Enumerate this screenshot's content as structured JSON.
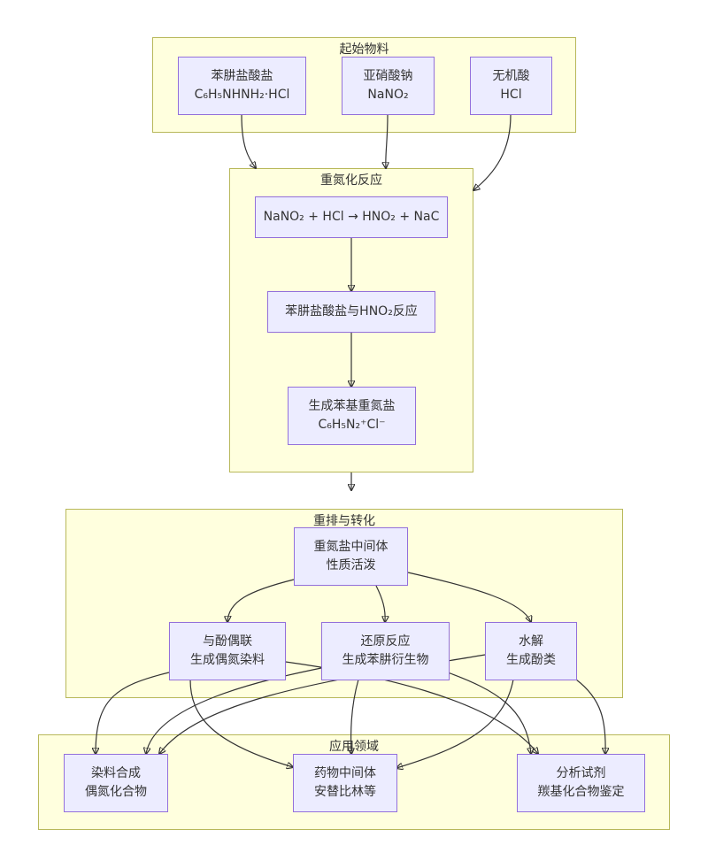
{
  "clusters": {
    "start": {
      "title": "起始物料"
    },
    "diazo": {
      "title": "重氮化反应"
    },
    "rearr": {
      "title": "重排与转化"
    },
    "app": {
      "title": "应用领域"
    }
  },
  "nodes": {
    "phenylhydrazine": {
      "line1": "苯肼盐酸盐",
      "line2": "C₆H₅NHNH₂·HCl"
    },
    "nano2": {
      "line1": "亚硝酸钠",
      "line2": "NaNO₂"
    },
    "hcl": {
      "line1": "无机酸",
      "line2": "HCl"
    },
    "eq": {
      "line1": "NaNO₂ + HCl → HNO₂ + NaC"
    },
    "react": {
      "line1": "苯肼盐酸盐与HNO₂反应"
    },
    "diazonium": {
      "line1": "生成苯基重氮盐",
      "line2": "C₆H₅N₂⁺Cl⁻"
    },
    "intermediate": {
      "line1": "重氮盐中间体",
      "line2": "性质活泼"
    },
    "coupling": {
      "line1": "与酚偶联",
      "line2": "生成偶氮染料"
    },
    "reduction": {
      "line1": "还原反应",
      "line2": "生成苯肼衍生物"
    },
    "hydrolysis": {
      "line1": "水解",
      "line2": "生成酚类"
    },
    "dye": {
      "line1": "染料合成",
      "line2": "偶氮化合物"
    },
    "drug": {
      "line1": "药物中间体",
      "line2": "安替比林等"
    },
    "reagent": {
      "line1": "分析试剂",
      "line2": "羰基化合物鉴定"
    }
  }
}
